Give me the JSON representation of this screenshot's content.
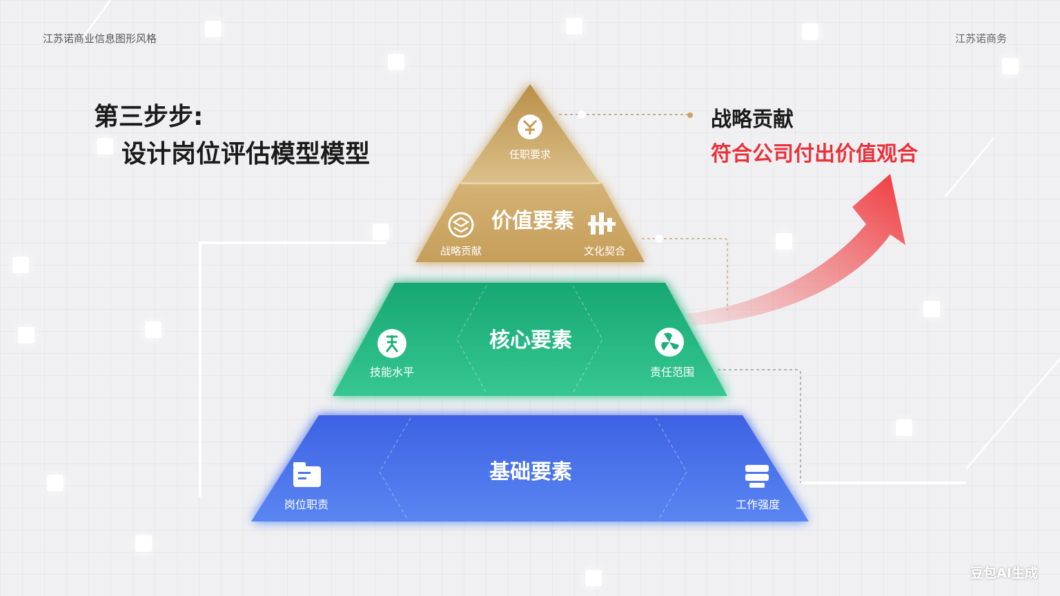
{
  "header": {
    "left_caption": "江苏诺商业信息图形风格",
    "right_caption": "江苏诺商务"
  },
  "title": {
    "line1": "第三步步:",
    "line2": "设计岗位评估模型模型"
  },
  "callout": {
    "label": "战略贡献",
    "subtitle": "符合公司付出价值观合"
  },
  "pyramid": {
    "top": {
      "label": "任职要求",
      "icon": "badge-icon"
    },
    "value": {
      "title": "价值要素",
      "left_label": "战略贡献",
      "right_label": "文化契合",
      "left_icon": "stack-icon",
      "right_icon": "grid-icon"
    },
    "core": {
      "title": "核心要素",
      "left_label": "技能水平",
      "right_label": "责任范围",
      "left_icon": "person-icon",
      "right_icon": "fan-icon"
    },
    "base": {
      "title": "基础要素",
      "left_label": "岗位职责",
      "right_label": "工作强度",
      "left_icon": "folder-icon",
      "right_icon": "server-icon"
    }
  },
  "watermark": "豆包AI生成",
  "colors": {
    "gold": "#c9a560",
    "green": "#22b57f",
    "blue": "#4a74ea",
    "arrow": "#f0474a",
    "title": "#1a1a1a",
    "subtitle_red": "#e8323a"
  }
}
